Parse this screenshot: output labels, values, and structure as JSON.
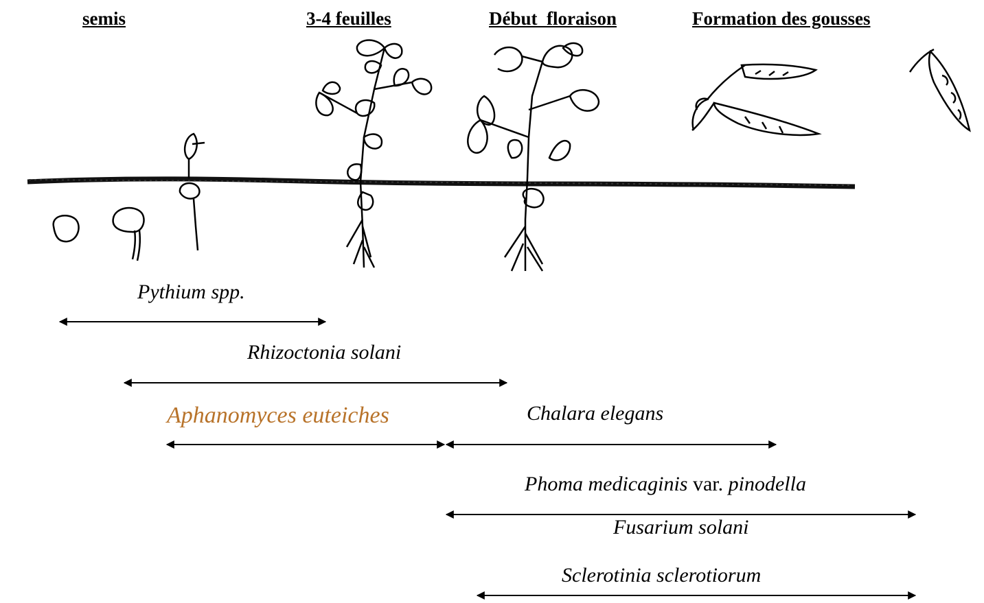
{
  "stages": [
    {
      "id": "semis",
      "label": "semis"
    },
    {
      "id": "feuilles",
      "label": "3-4 feuilles"
    },
    {
      "id": "floraison",
      "label": "Début  floraison"
    },
    {
      "id": "gousses",
      "label": "Formation des gousses"
    }
  ],
  "pathogens": [
    {
      "id": "pythium",
      "name": "Pythium spp.",
      "color": "#000000"
    },
    {
      "id": "rhizoctonia",
      "name": "Rhizoctonia solani",
      "color": "#000000"
    },
    {
      "id": "aphanomyces",
      "name": "Aphanomyces euteiches",
      "color": "#b8732a"
    },
    {
      "id": "chalara",
      "name": "Chalara elegans",
      "color": "#000000"
    },
    {
      "id": "phoma",
      "name_part1": "Phoma medicaginis",
      "name_mid": "var.",
      "name_part2": "pinodella",
      "color": "#000000"
    },
    {
      "id": "fusarium",
      "name": "Fusarium solani",
      "color": "#000000"
    },
    {
      "id": "sclerotinia",
      "name": "Sclerotinia sclerotiorum",
      "color": "#000000"
    }
  ],
  "colors": {
    "ink": "#000000",
    "accent": "#b8732a",
    "background": "#ffffff"
  }
}
